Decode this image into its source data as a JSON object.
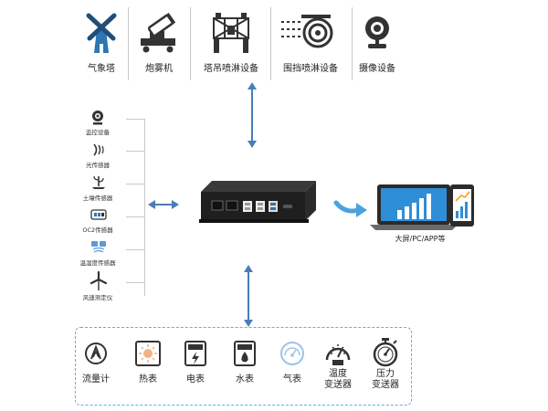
{
  "top_devices": [
    {
      "label": "气象塔",
      "icon": "windmill-icon"
    },
    {
      "label": "炮雾机",
      "icon": "fog-cannon-icon"
    },
    {
      "label": "塔吊喷淋设备",
      "icon": "tower-crane-sprinkler-icon"
    },
    {
      "label": "围挡喷淋设备",
      "icon": "fence-sprinkler-icon"
    },
    {
      "label": "摄像设备",
      "icon": "camera-icon"
    }
  ],
  "sensors": [
    {
      "label": "监控设备",
      "icon": "webcam-icon"
    },
    {
      "label": "光传感器",
      "icon": "light-sensor-icon"
    },
    {
      "label": "土壤传感器",
      "icon": "soil-sensor-icon"
    },
    {
      "label": "OC2传感器",
      "icon": "gas-sensor-icon"
    },
    {
      "label": "温湿度传感器",
      "icon": "temp-humidity-sensor-icon"
    },
    {
      "label": "风速测定仪",
      "icon": "wind-turbine-icon"
    }
  ],
  "display_label": "大屏/PC/APP等",
  "meters": [
    {
      "label": "流量计",
      "icon": "flow-meter-icon"
    },
    {
      "label": "热表",
      "icon": "heat-meter-icon"
    },
    {
      "label": "电表",
      "icon": "electric-meter-icon"
    },
    {
      "label": "水表",
      "icon": "water-meter-icon"
    },
    {
      "label": "气表",
      "icon": "gas-meter-icon"
    },
    {
      "label": "温度\n变送器",
      "icon": "temperature-transmitter-icon"
    },
    {
      "label": "压力\n变送器",
      "icon": "pressure-transmitter-icon"
    }
  ],
  "colors": {
    "accent": "#2e75b6",
    "arrow": "#4a7db8",
    "icon": "#333333",
    "screen": "#2f8ed8",
    "dash": "#6fa8dc"
  }
}
